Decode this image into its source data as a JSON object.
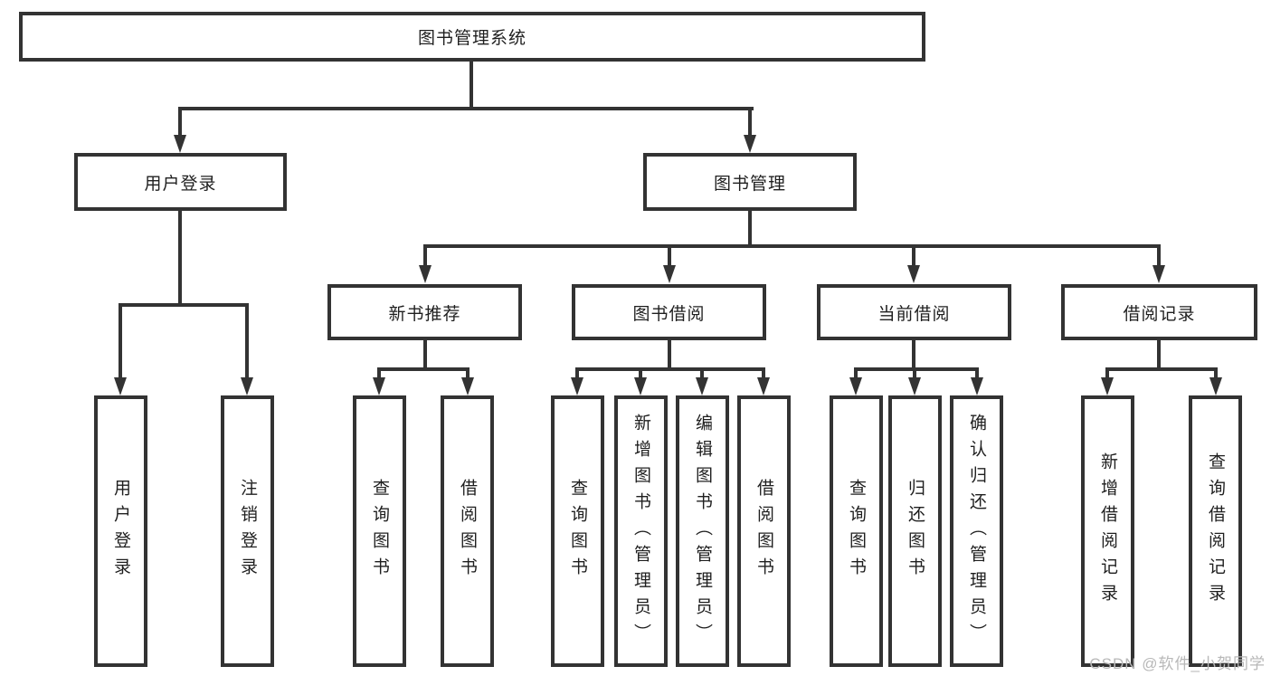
{
  "nodes": {
    "root": "图书管理系统",
    "user_login": "用户登录",
    "book_mgmt": "图书管理",
    "new_book_rec": "新书推荐",
    "book_borrow": "图书借阅",
    "current_borrow": "当前借阅",
    "borrow_records": "借阅记录"
  },
  "leaves": {
    "user_login": "用户登录",
    "logout": "注销登录",
    "rec_query_books": "查询图书",
    "rec_borrow_books": "借阅图书",
    "borrow_query_books": "查询图书",
    "borrow_add_books": "新增图书（管理员）",
    "borrow_edit_books": "编辑图书（管理员）",
    "borrow_borrow_books": "借阅图书",
    "current_query_books": "查询图书",
    "current_return_books": "归还图书",
    "current_confirm_return": "确认归还（管理员）",
    "records_add_record": "新增借阅记录",
    "records_query_record": "查询借阅记录"
  },
  "watermark": "CSDN @软件_小贺同学",
  "colors": {
    "line": "#333333",
    "text": "#1f1f1f",
    "watermark": "#b8b8b8",
    "background": "#ffffff"
  }
}
